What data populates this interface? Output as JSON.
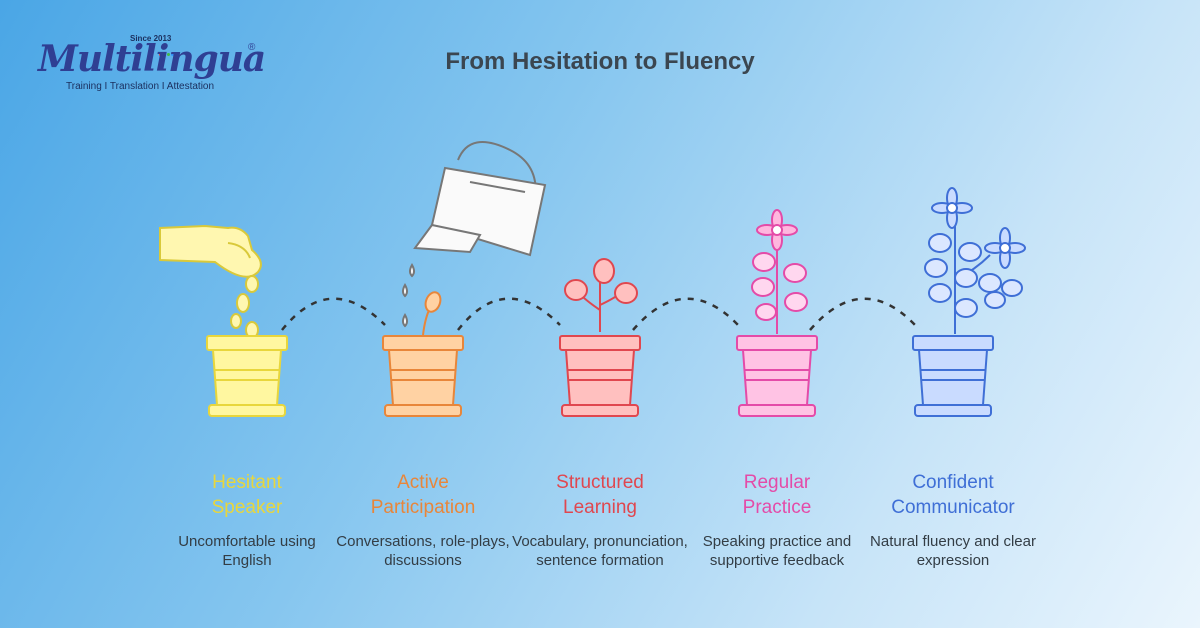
{
  "logo": {
    "since": "Since 2013",
    "brand": "Multilingua",
    "registered": "®",
    "tagline": "Training I Translation I Attestation"
  },
  "title": "From Hesitation to Fluency",
  "stages": [
    {
      "label_line1": "Hesitant",
      "label_line2": "Speaker",
      "description": "Uncomfortable using English",
      "color": "#e8d63c",
      "fill": "#fff7a0"
    },
    {
      "label_line1": "Active",
      "label_line2": "Participation",
      "description": "Conversations, role-plays, discussions",
      "color": "#e8863a",
      "fill": "#ffd2a3"
    },
    {
      "label_line1": "Structured",
      "label_line2": "Learning",
      "description": "Vocabulary, pronunciation, sentence formation",
      "color": "#e0474f",
      "fill": "#ffc0bf"
    },
    {
      "label_line1": "Regular",
      "label_line2": "Practice",
      "description": "Speaking practice and supportive feedback",
      "color": "#e44ba8",
      "fill": "#ffc3e4"
    },
    {
      "label_line1": "Confident",
      "label_line2": "Communicator",
      "description": "Natural fluency and clear expression",
      "color": "#3f6fd6",
      "fill": "#c9dbff"
    }
  ],
  "icons": [
    "hand-seeds-icon",
    "watering-can-icon",
    "sprout-icon",
    "flowering-plant-icon",
    "full-bloom-plant-icon"
  ]
}
